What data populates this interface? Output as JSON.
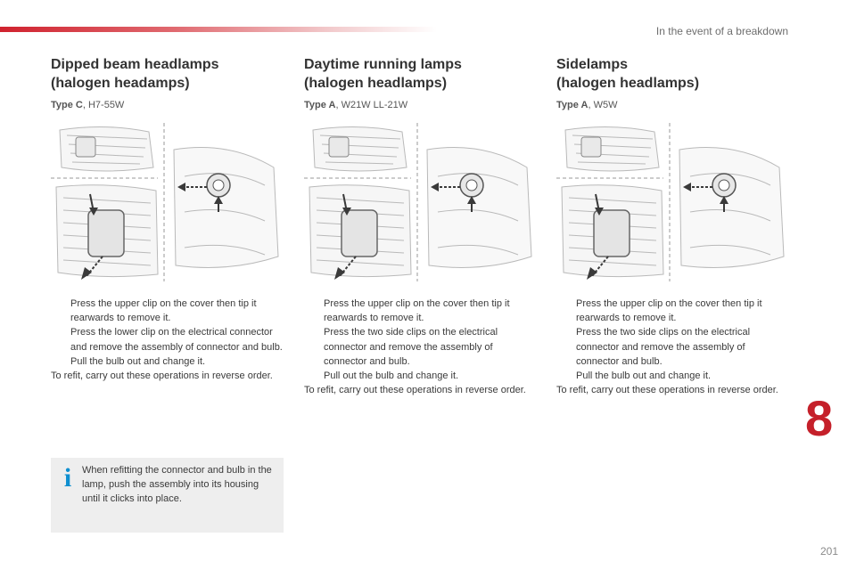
{
  "header": {
    "section_title": "In the event of a breakdown"
  },
  "columns": [
    {
      "title_line1": "Dipped beam headlamps",
      "title_line2": "(halogen headamps)",
      "type_bold": "Type C",
      "type_rest": ", H7-55W",
      "steps": [
        "Press the upper clip on the cover then tip it rearwards to remove it.",
        "Press the lower clip on the electrical connector and remove the assembly of connector and bulb.",
        "Pull the bulb out and change it."
      ],
      "refit": "To refit, carry out these operations in reverse order."
    },
    {
      "title_line1": "Daytime running lamps",
      "title_line2": "(halogen headlamps)",
      "type_bold": "Type A",
      "type_rest": ", W21W LL-21W",
      "steps": [
        "Press the upper clip on the cover then tip it rearwards to remove it.",
        "Press the two side clips on the electrical connector and remove the assembly of connector and bulb.",
        "Pull out the bulb and change it."
      ],
      "refit": "To refit, carry out these operations in reverse order."
    },
    {
      "title_line1": "Sidelamps",
      "title_line2": "(halogen headlamps)",
      "type_bold": "Type A",
      "type_rest": ", W5W",
      "steps": [
        "Press the upper clip on the cover then tip it rearwards to remove it.",
        "Press the two side clips on the electrical connector and remove the assembly of connector and bulb.",
        "Pull the bulb out and change it."
      ],
      "refit": "To refit, carry out these operations in reverse order."
    }
  ],
  "bullet_glyph": "",
  "info": {
    "icon": "info-icon",
    "text": "When refitting the connector and bulb in the lamp, push the assembly into its housing until it clicks into place."
  },
  "chapter_number": "8",
  "page_number": "201",
  "colors": {
    "accent_red": "#c5202a",
    "info_blue": "#0f8fd0",
    "info_bg": "#eeeeee"
  }
}
